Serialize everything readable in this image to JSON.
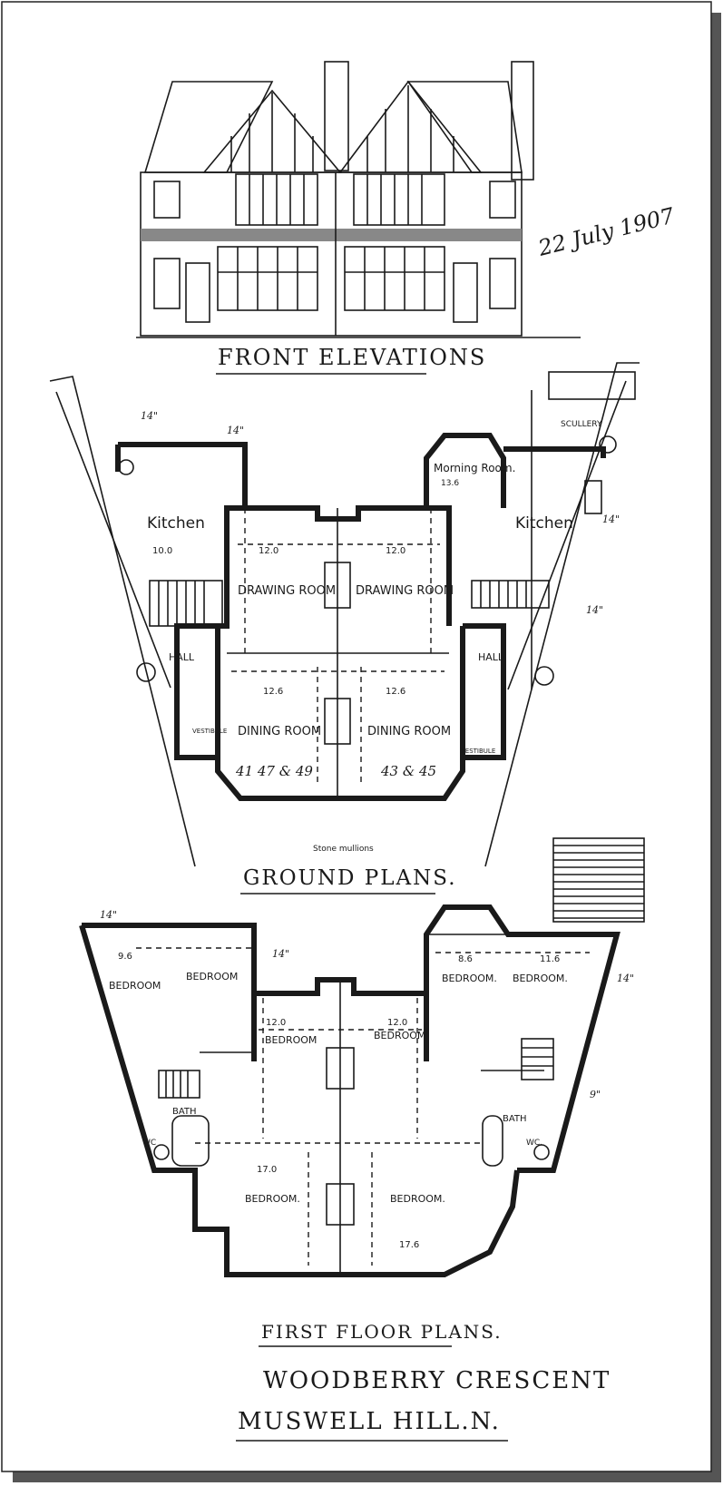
{
  "date": "22 July 1907",
  "front_elevation": {
    "caption": "FRONT ELEVATIONS"
  },
  "ground_plan": {
    "caption": "GROUND PLANS.",
    "rooms": {
      "kitchen_left": "Kitchen",
      "kitchen_right": "Kitchen",
      "morning_room": "Morning Room.",
      "drawing_left": "DRAWING ROOM",
      "drawing_right": "DRAWING ROOM",
      "dining_left": "DINING ROOM",
      "dining_right": "DINING ROOM",
      "hall_left": "HALL",
      "hall_right": "HALL",
      "scullery": "SCULLERY",
      "vestibule_left": "VESTIBULE",
      "vestibule_right": "VESTIBULE"
    },
    "house_numbers_left": "41 47 & 49",
    "house_numbers_right": "43 & 45",
    "dims": {
      "d12a": "12.0",
      "d12b": "12.0",
      "d10": "10.0",
      "d126a": "12.6",
      "d126b": "12.6",
      "d136": "13.6"
    },
    "note_mullions": "Stone mullions"
  },
  "first_floor_plan": {
    "caption": "FIRST FLOOR PLANS.",
    "rooms": {
      "bed_tl1": "BEDROOM",
      "bed_tl2": "BEDROOM",
      "bed_tr1": "BEDROOM.",
      "bed_tr2": "BEDROOM.",
      "bed_ml": "BEDROOM",
      "bed_mr": "BEDROOM",
      "bed_bl": "BEDROOM.",
      "bed_br": "BEDROOM.",
      "bath_left": "BATH",
      "bath_right": "BATH",
      "wc_left": "WC",
      "wc_right": "WC."
    },
    "dims": {
      "d96": "9.6",
      "d86": "8.6",
      "d116": "11.6",
      "d12a": "12.0",
      "d12b": "12.0",
      "d17": "17.0",
      "d176": "17.6"
    }
  },
  "address": {
    "line1": "WOODBERRY CRESCENT",
    "line2": "MUSWELL HILL.N."
  },
  "annotations": {
    "fourteen": "14\"",
    "nine": "9\""
  }
}
